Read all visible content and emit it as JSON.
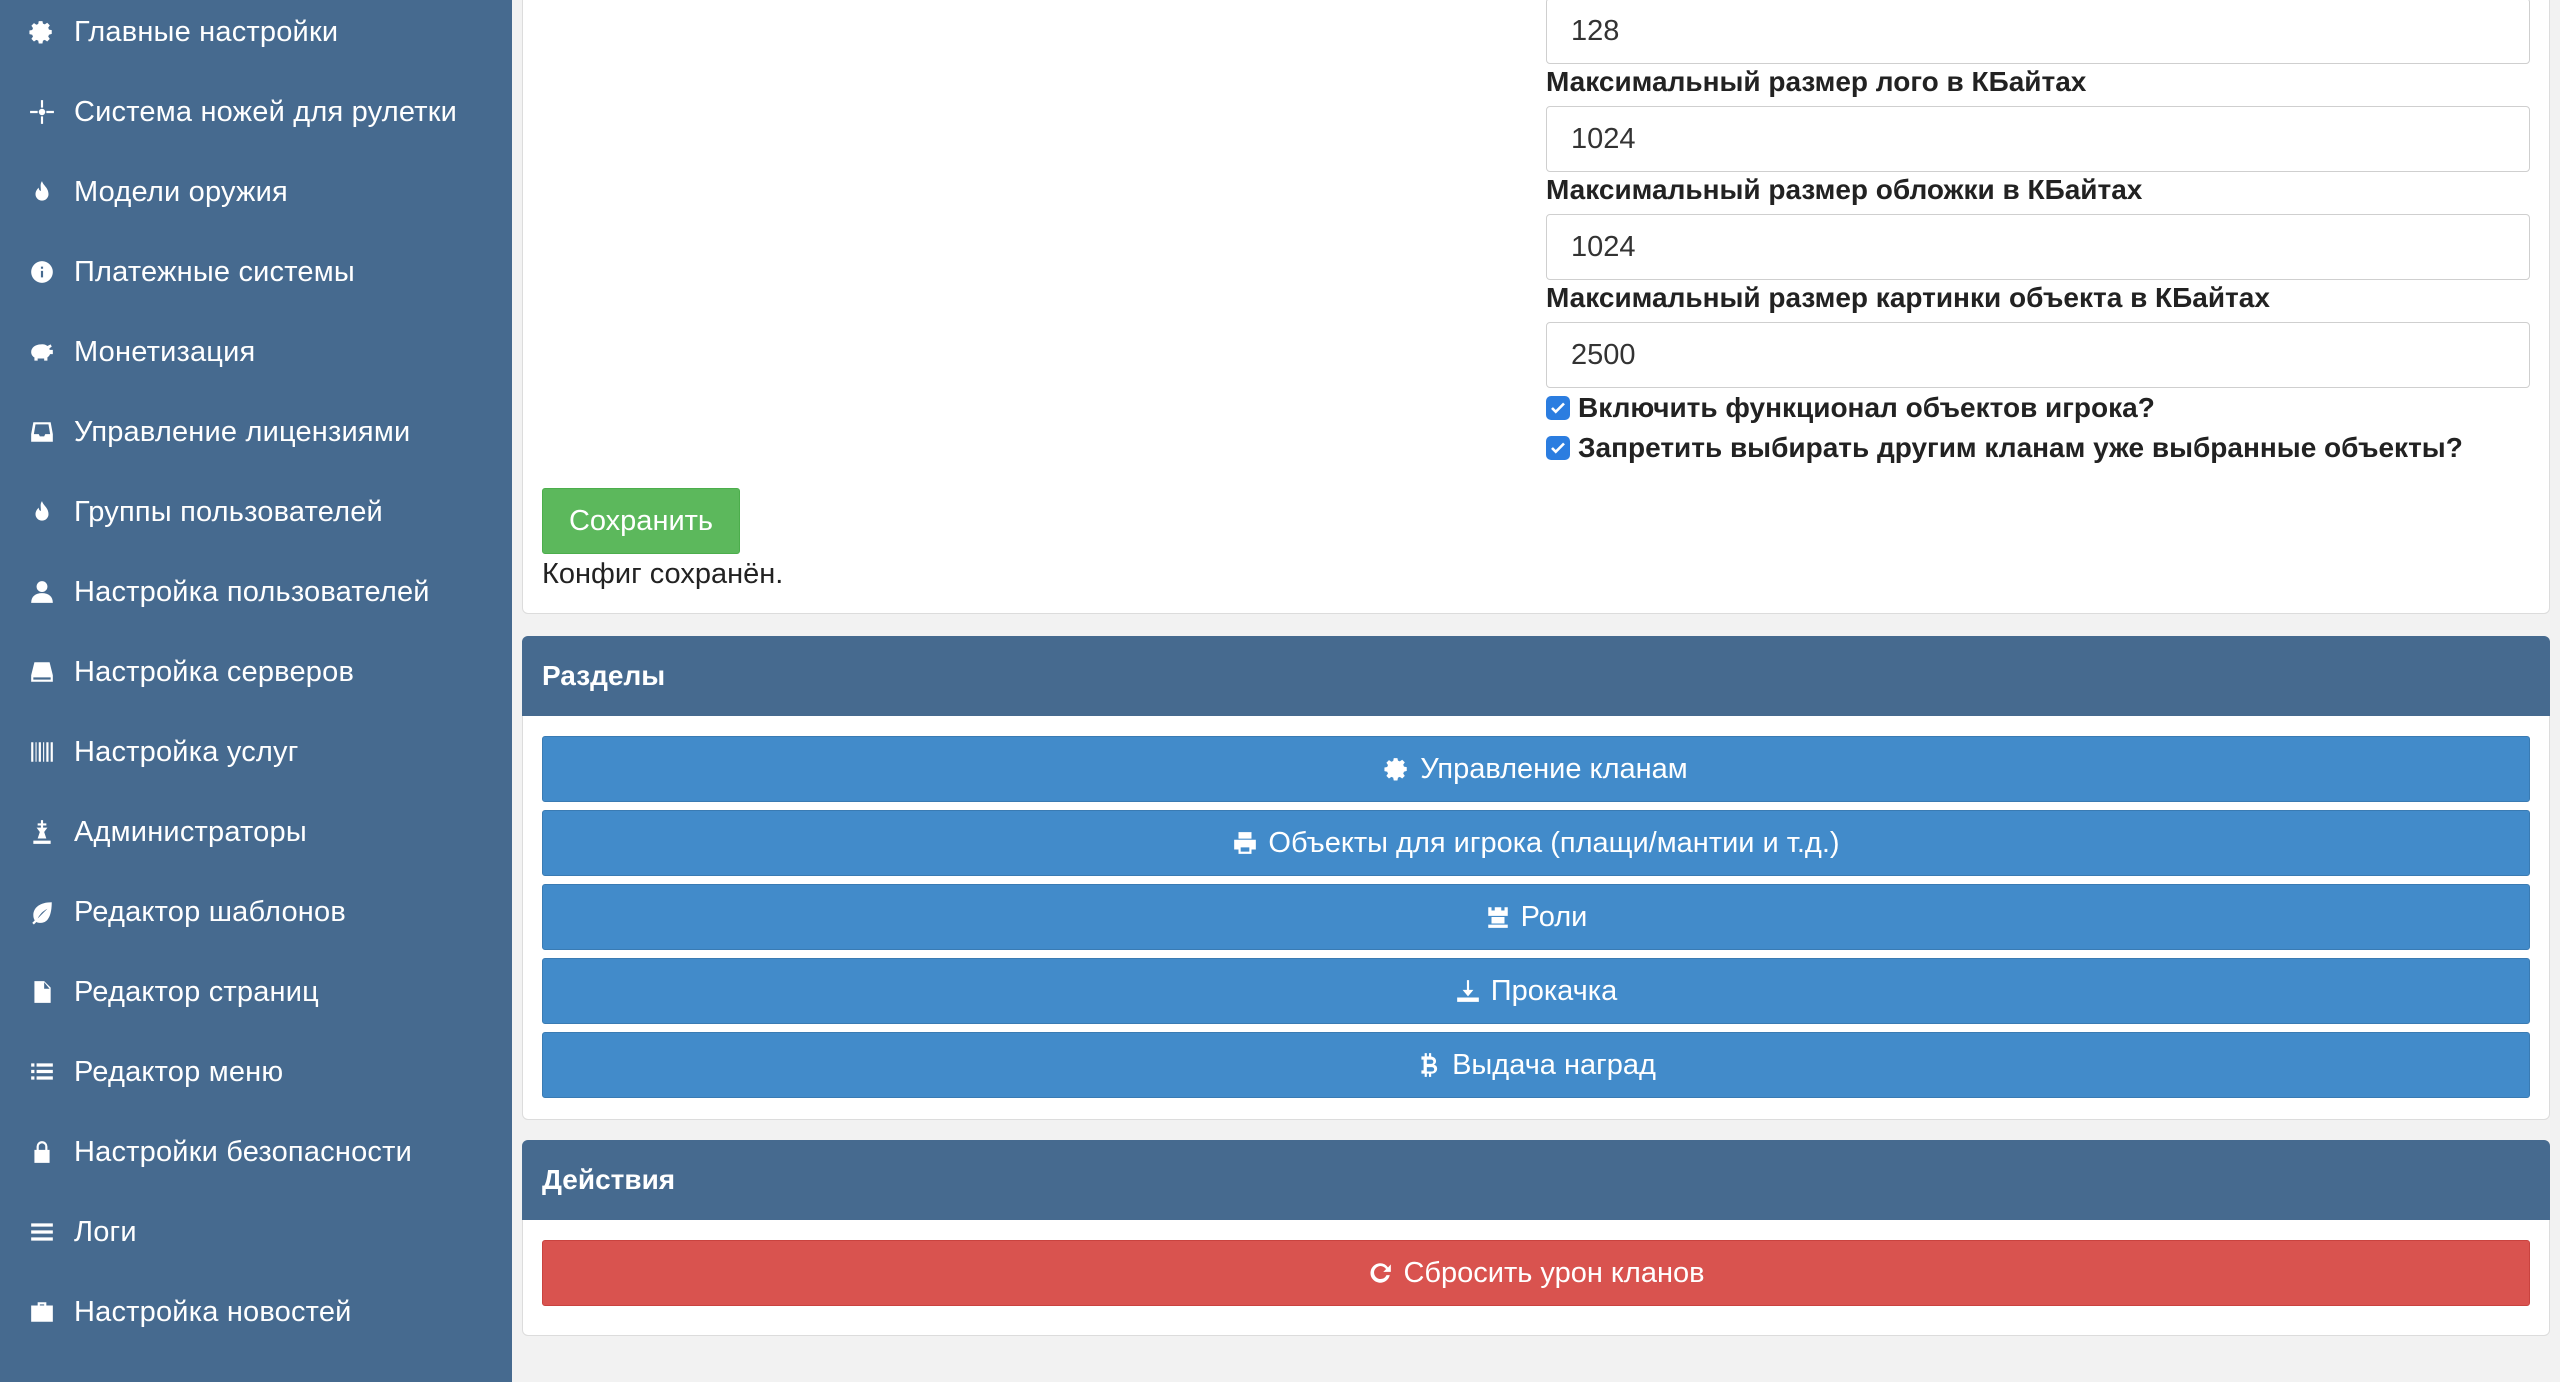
{
  "sidebar": {
    "items": [
      {
        "label": "Главные настройки",
        "icon": "gear-icon"
      },
      {
        "label": "Система ножей для рулетки",
        "icon": "crosshair-icon"
      },
      {
        "label": "Модели оружия",
        "icon": "fire-icon"
      },
      {
        "label": "Платежные системы",
        "icon": "info-circle-icon"
      },
      {
        "label": "Монетизация",
        "icon": "piggy-bank-icon"
      },
      {
        "label": "Управление лицензиями",
        "icon": "inbox-icon"
      },
      {
        "label": "Группы пользователей",
        "icon": "fire-icon"
      },
      {
        "label": "Настройка пользователей",
        "icon": "user-icon"
      },
      {
        "label": "Настройка серверов",
        "icon": "hdd-icon"
      },
      {
        "label": "Настройка услуг",
        "icon": "barcode-icon"
      },
      {
        "label": "Администраторы",
        "icon": "chess-icon"
      },
      {
        "label": "Редактор шаблонов",
        "icon": "leaf-icon"
      },
      {
        "label": "Редактор страниц",
        "icon": "file-icon"
      },
      {
        "label": "Редактор меню",
        "icon": "list-icon"
      },
      {
        "label": "Настройки безопасности",
        "icon": "lock-icon"
      },
      {
        "label": "Логи",
        "icon": "bars-icon"
      },
      {
        "label": "Настройка новостей",
        "icon": "briefcase-icon"
      }
    ]
  },
  "config": {
    "top_input_value": "128",
    "fields": [
      {
        "label": "Максимальный размер лого в КБайтах",
        "value": "1024"
      },
      {
        "label": "Максимальный размер обложки в КБайтах",
        "value": "1024"
      },
      {
        "label": "Максимальный размер картинки объекта в КБайтах",
        "value": "2500"
      }
    ],
    "checkboxes": [
      {
        "label": "Включить функционал объектов игрока?",
        "checked": true
      },
      {
        "label": "Запретить выбирать другим кланам уже выбранные объекты?",
        "checked": true
      }
    ],
    "save_label": "Сохранить",
    "saved_message": "Конфиг сохранён."
  },
  "sections": {
    "title": "Разделы",
    "buttons": [
      {
        "label": "Управление кланам",
        "icon": "gear-icon"
      },
      {
        "label": "Объекты для игрока (плащи/мантии и т.д.)",
        "icon": "print-icon"
      },
      {
        "label": "Роли",
        "icon": "crown-icon"
      },
      {
        "label": "Прокачка",
        "icon": "upload-icon"
      },
      {
        "label": "Выдача наград",
        "icon": "bitcoin-icon"
      }
    ]
  },
  "actions": {
    "title": "Действия",
    "buttons": [
      {
        "label": "Сбросить урон кланов",
        "icon": "refresh-icon"
      }
    ]
  },
  "colors": {
    "sidebar": "#466a8f",
    "primary": "#428bca",
    "success": "#5cb85c",
    "danger": "#d9534f"
  }
}
